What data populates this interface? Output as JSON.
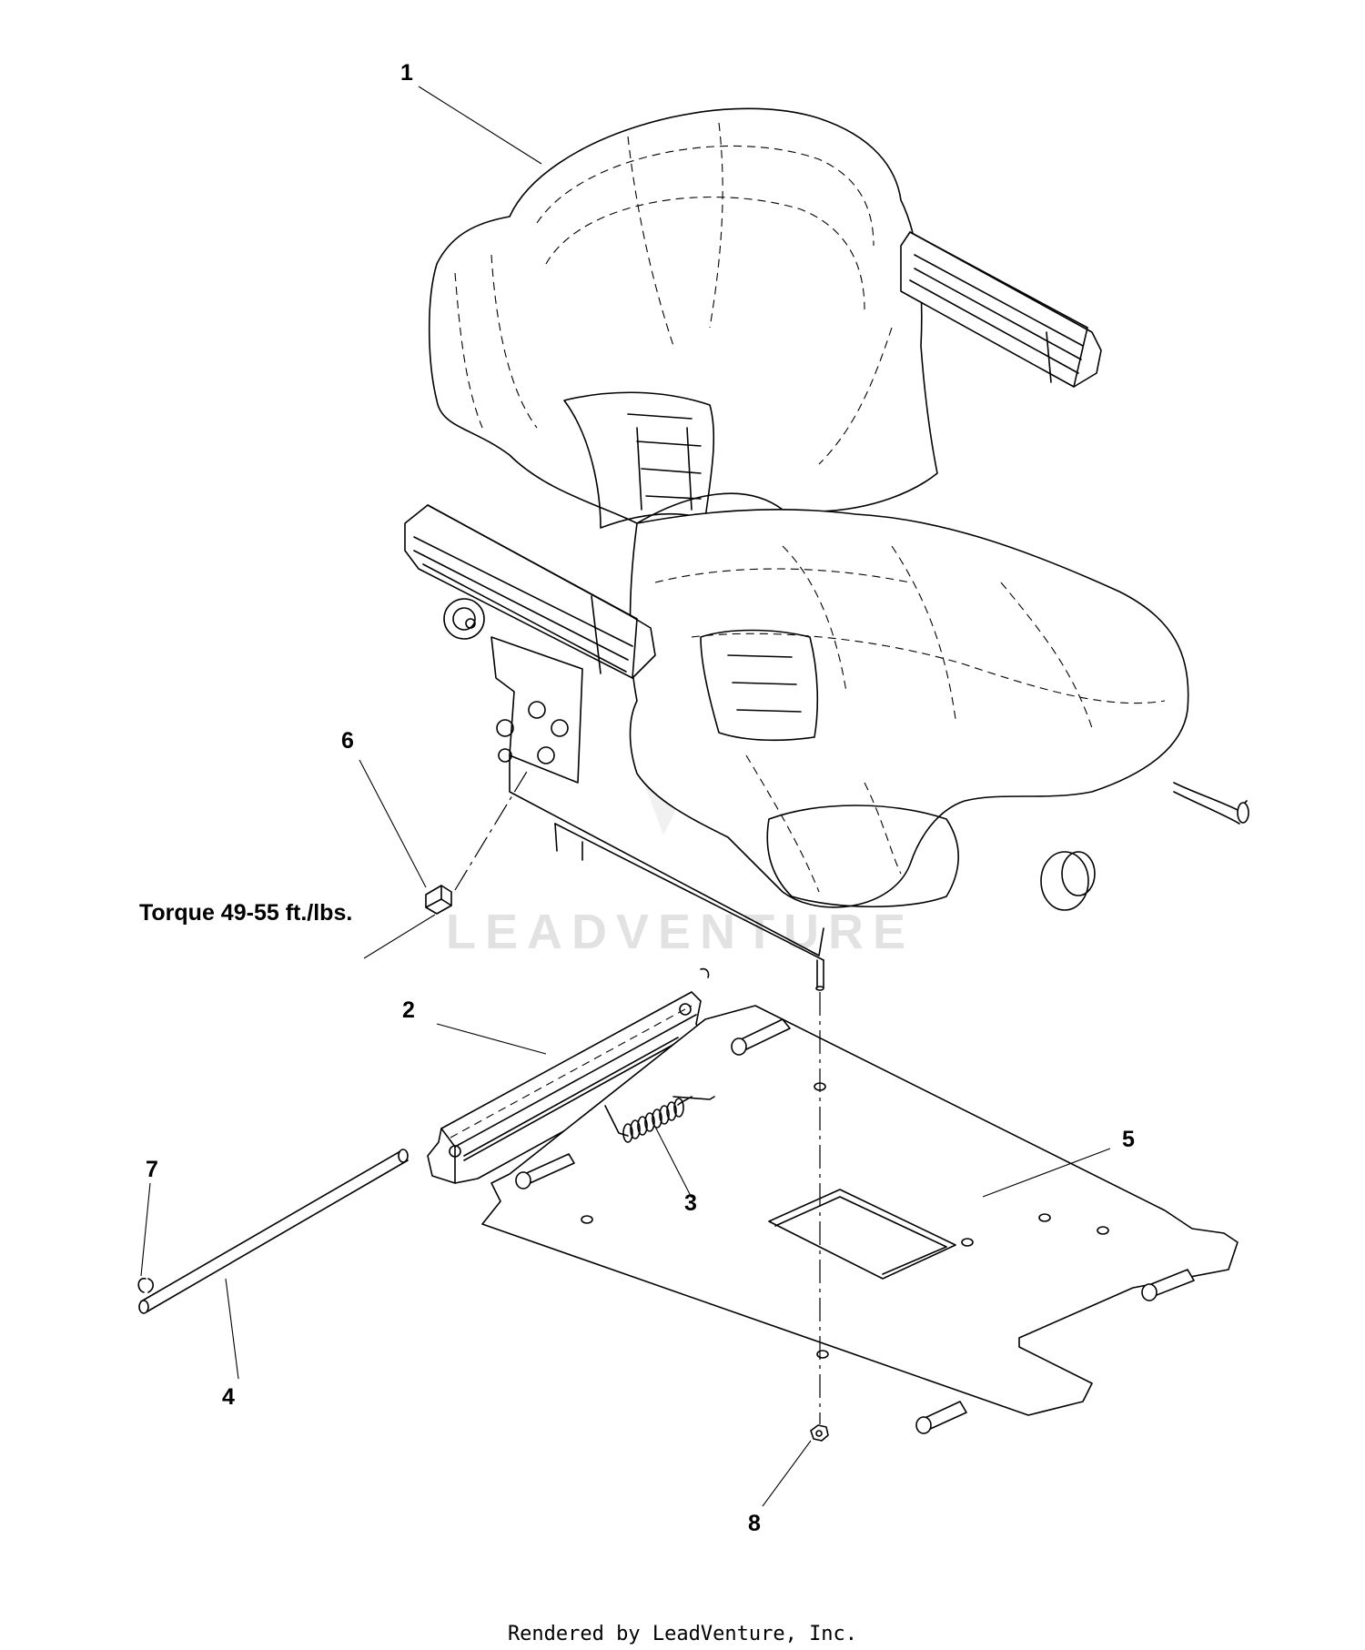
{
  "diagram": {
    "callouts": [
      {
        "id": "callout-1",
        "label": "1",
        "part": "seat"
      },
      {
        "id": "callout-2",
        "label": "2",
        "part": "slide-bracket"
      },
      {
        "id": "callout-3",
        "label": "3",
        "part": "spring"
      },
      {
        "id": "callout-4",
        "label": "4",
        "part": "pivot-rod"
      },
      {
        "id": "callout-5",
        "label": "5",
        "part": "seat-plate"
      },
      {
        "id": "callout-6",
        "label": "6",
        "part": "bolt"
      },
      {
        "id": "callout-7",
        "label": "7",
        "part": "e-clip"
      },
      {
        "id": "callout-8",
        "label": "8",
        "part": "nut"
      }
    ],
    "torque_note": "Torque 49-55 ft./lbs.",
    "watermark": "LEADVENTURE"
  },
  "footer": {
    "rendered_by": "Rendered by LeadVenture, Inc."
  }
}
